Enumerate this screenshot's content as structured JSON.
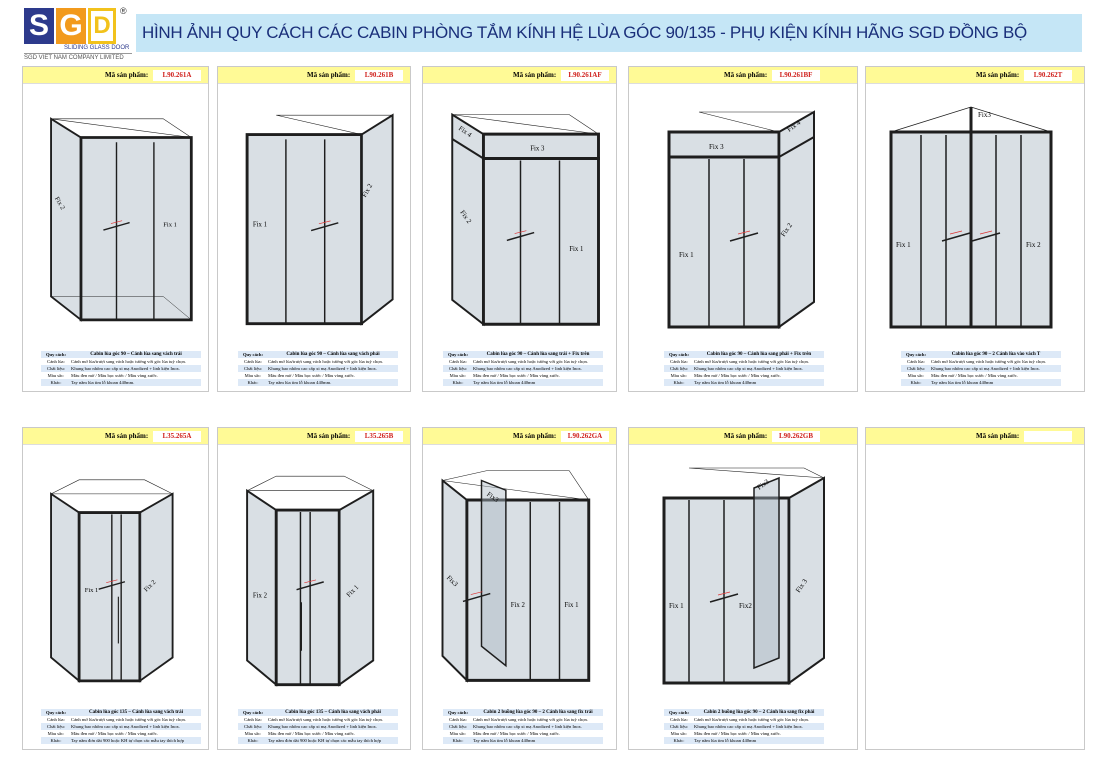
{
  "logo": {
    "letters": [
      "S",
      "G",
      "D"
    ],
    "reg": "®",
    "tagline": "SLIDING GLASS DOOR",
    "company": "SGD VIET NAM COMPANY LIMITED"
  },
  "title": "HÌNH ẢNH QUY CÁCH CÁC CABIN PHÒNG TẮM KÍNH HỆ LÙA GÓC 90/135 - PHỤ KIỆN KÍNH HÃNG  SGD ĐỒNG BỘ",
  "code_label": "Mã sản phẩm:",
  "spec_keys": [
    "Quy cách:",
    "Cánh lùa:",
    "Chất liệu:",
    "Màu sắc:",
    "Khác:"
  ],
  "cards": [
    {
      "code": "L90.261A",
      "labels": [
        "Fix 2",
        "Fix 1"
      ],
      "spec": [
        "Cabin lùa góc 90 – Cánh lùa sang vách trái",
        "Cánh mở lùa/trượt sang vách hoặc tường với góc lùa tuỳ chọn.",
        "Khung bao nhôm cao cấp xi mạ Anodized + linh kiện Inox.",
        "Màu đen mờ / Màu bạc xước / Màu vàng xước.",
        "Tay nắm lùa tim lỗ khoan 440mm."
      ]
    },
    {
      "code": "L90.261B",
      "labels": [
        "Fix 1",
        "Fix 2"
      ],
      "spec": [
        "Cabin lùa góc 90 – Cánh lùa sang vách phải",
        "Cánh mở lùa/trượt sang vách hoặc tường với góc lùa tuỳ chọn.",
        "Khung bao nhôm cao cấp xi mạ Anodized + linh kiện Inox.",
        "Màu đen mờ / Màu bạc xước / Màu vàng xước.",
        "Tay nắm lùa tim lỗ khoan 440mm."
      ]
    },
    {
      "code": "L90.261AF",
      "labels": [
        "Fix 4",
        "Fix 3",
        "Fix 2",
        "Fix 1"
      ],
      "spec": [
        "Cabin lùa góc 90 – Cánh lùa sang trái + Fix trên",
        "Cánh mở lùa/trượt sang vách hoặc tường với góc lùa tuỳ chọn.",
        "Khung bao nhôm cao cấp xi mạ Anodized + linh kiện Inox.",
        "Màu đen mờ / Màu bạc xước / Màu vàng xước.",
        "Tay nắm lùa tim lỗ khoan 440mm"
      ]
    },
    {
      "code": "L90.261BF",
      "labels": [
        "Fix 3",
        "Fix 4",
        "Fix 1",
        "Fix 2"
      ],
      "spec": [
        "Cabin lùa góc 90 – Cánh lùa sang phải + Fix trên",
        "Cánh mở lùa/trượt sang vách hoặc tường với góc lùa tuỳ chọn.",
        "Khung bao nhôm cao cấp xi mạ Anodized + linh kiện Inox.",
        "Màu đen mờ / Màu bạc xước / Màu vàng xước.",
        "Tay nắm lùa tim lỗ khoan 440mm"
      ]
    },
    {
      "code": "L90.262T",
      "labels": [
        "Fix3",
        "Fix 1",
        "Fix 2"
      ],
      "spec": [
        "Cabin lùa góc 90 – 2 Cánh lùa vào vách T",
        "Cánh mở lùa/trượt sang vách hoặc tường với góc lùa tuỳ chọn.",
        "Khung bao nhôm cao cấp xi mạ Anodized + linh kiện Inox.",
        "Màu đen mờ / Màu bạc xước / Màu vàng xước.",
        "Tay nắm lùa tim lỗ khoan 440mm"
      ]
    },
    {
      "code": "L35.265A",
      "labels": [
        "Fix 1",
        "Fix 2"
      ],
      "spec": [
        "Cabin lùa góc 135 – Cánh lùa sang vách trái",
        "Cánh mở lùa/trượt sang vách hoặc tường với góc lùa tuỳ chọn.",
        "Khung bao nhôm cao cấp xi mạ Anodized + linh kiện Inox.",
        "Màu đen mờ / Màu bạc xước / Màu vàng xước.",
        "Tay nắm đơn dài 900 hoặc KH tự chọn các mẫu tay thích hợp"
      ]
    },
    {
      "code": "L35.265B",
      "labels": [
        "Fix 2",
        "Fix 1"
      ],
      "spec": [
        "Cabin lùa góc 135 – Cánh lùa sang vách phải",
        "Cánh mở lùa/trượt sang vách hoặc tường với góc lùa tuỳ chọn.",
        "Khung bao nhôm cao cấp xi mạ Anodized + linh kiện Inox.",
        "Màu đen mờ / Màu bạc xước / Màu vàng xước.",
        "Tay nắm đơn dài 900 hoặc KH tự chọn các mẫu tay thích hợp"
      ]
    },
    {
      "code": "L90.262GA",
      "labels": [
        "Fix3",
        "Fix3",
        "Fix 2",
        "Fix 1"
      ],
      "spec": [
        "Cabin 2 buồng lùa góc 90 – 2 Cánh lùa sang fix trái",
        "Cánh mở lùa/trượt sang vách hoặc tường với góc lùa tuỳ chọn.",
        "Khung bao nhôm cao cấp xi mạ Anodized + linh kiện Inox.",
        "Màu đen mờ / Màu bạc xước / Màu vàng xước.",
        "Tay nắm lùa tim lỗ khoan 440mm"
      ]
    },
    {
      "code": "L90.262GB",
      "labels": [
        "Fix3",
        "Fix 1",
        "Fix2",
        "Fix 3"
      ],
      "spec": [
        "Cabin 2 buồng lùa góc 90 – 2 Cánh lùa sang fix phải",
        "Cánh mở lùa/trượt sang vách hoặc tường với góc lùa tuỳ chọn.",
        "Khung bao nhôm cao cấp xi mạ Anodized + linh kiện Inox.",
        "Màu đen mờ / Màu bạc xước / Màu vàng xước.",
        "Tay nắm lùa tim lỗ khoan 440mm"
      ]
    },
    {
      "code": "",
      "labels": [],
      "spec": []
    }
  ]
}
